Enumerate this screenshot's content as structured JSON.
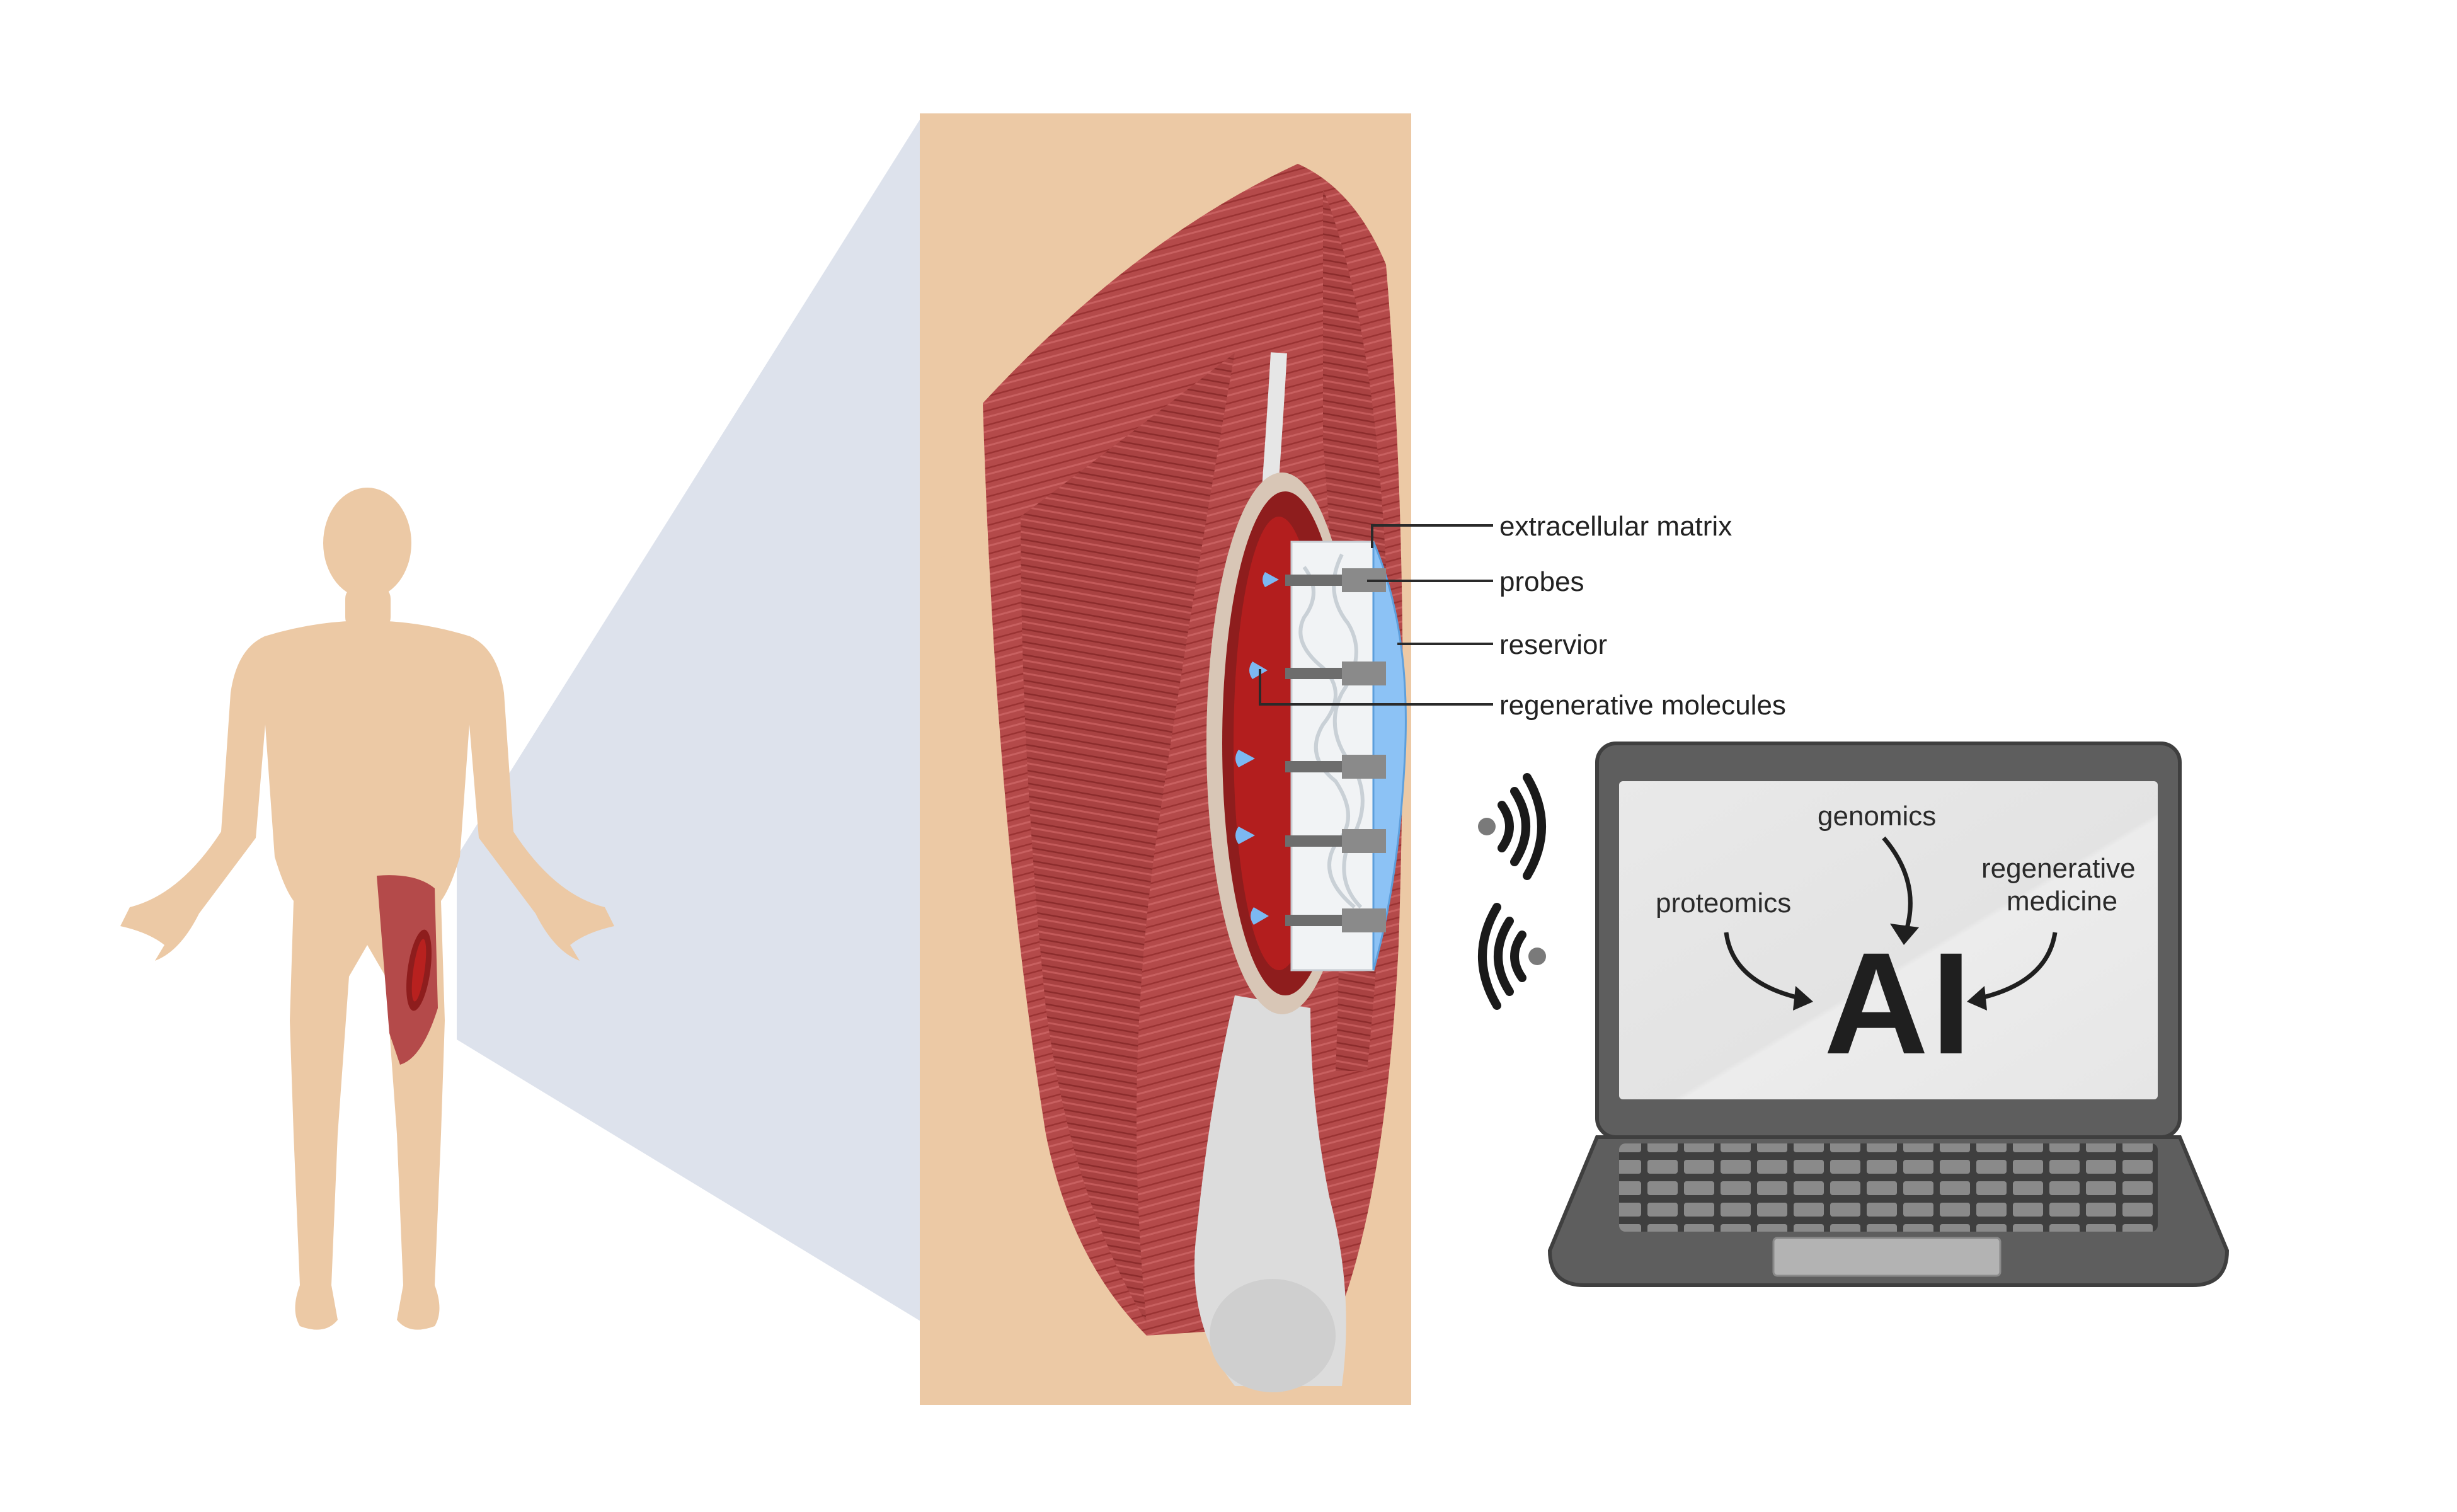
{
  "callouts": {
    "extracellular_matrix": "extracellular matrix",
    "probes": "probes",
    "reservoir": "reservior",
    "regenerative_molecules": "regenerative molecules"
  },
  "laptop_screen": {
    "genomics": "genomics",
    "proteomics": "proteomics",
    "regenerative_medicine_line1": "regenerative",
    "regenerative_medicine_line2": "medicine",
    "center": "AI"
  },
  "colors": {
    "skin": "#ecc9a5",
    "skin_shadow": "#e0b893",
    "muscle": "#b44a4a",
    "muscle_dark": "#8e2424",
    "wound": "#a01d1d",
    "tendon": "#dcdcdc",
    "matrix": "#f1f3f5",
    "reservoir": "#8cc2f5",
    "probe": "#6d6d6d",
    "zoom_cone": "#dde2ec",
    "laptop_body": "#5e5e5e",
    "laptop_screen": "#e6e6e6",
    "signal": "#1a1a1a"
  },
  "icons": [
    "human-body-figure",
    "thigh-muscle-anatomy",
    "wireless-signal-icon",
    "laptop-icon",
    "curved-arrow-icon"
  ]
}
